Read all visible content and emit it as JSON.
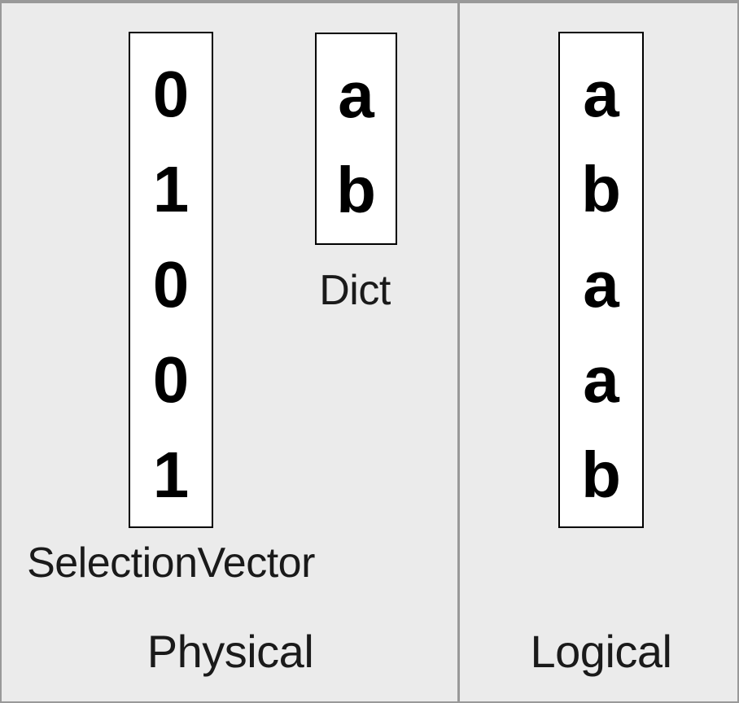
{
  "diagram": {
    "physical_panel": {
      "label": "Physical",
      "selection_vector": {
        "label": "SelectionVector",
        "values": [
          "0",
          "1",
          "0",
          "0",
          "1"
        ]
      },
      "dict": {
        "label": "Dict",
        "values": [
          "a",
          "b"
        ]
      }
    },
    "logical_panel": {
      "label": "Logical",
      "column": {
        "values": [
          "a",
          "b",
          "a",
          "a",
          "b"
        ]
      }
    },
    "colors": {
      "background": "#ebebeb",
      "frame_and_divider": "#999999",
      "box_background": "#ffffff",
      "box_border": "#000000",
      "text": "#000000"
    }
  }
}
